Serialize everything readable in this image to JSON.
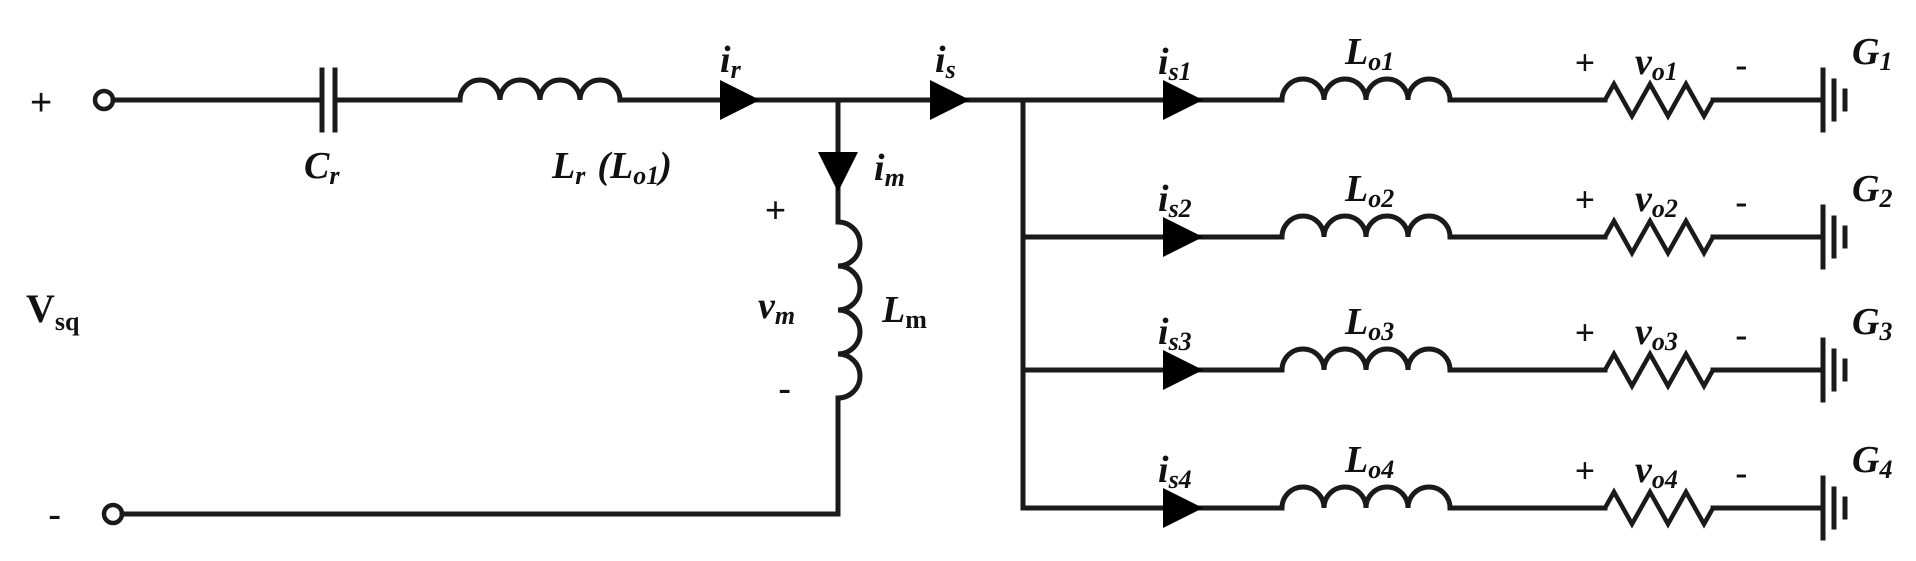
{
  "source": {
    "label": "V",
    "sub": "sq",
    "plus": "+",
    "minus": "-"
  },
  "cr": {
    "label": "C",
    "sub": "r"
  },
  "lr": {
    "label": "L",
    "sub": "r",
    "paren": "(L",
    "paren_sub": "o1",
    "paren_close": ")"
  },
  "ir": {
    "label": "i",
    "sub": "r"
  },
  "is": {
    "label": "i",
    "sub": "s"
  },
  "im": {
    "label": "i",
    "sub": "m"
  },
  "vm": {
    "label": "v",
    "sub": "m",
    "plus": "+",
    "minus": "-"
  },
  "lm": {
    "label": "L",
    "sub": "m"
  },
  "branches": [
    {
      "i": "i",
      "i_sub": "s1",
      "l": "L",
      "l_sub": "o1",
      "v": "v",
      "v_sub": "o1",
      "plus": "+",
      "minus": "-",
      "g": "G",
      "g_sub": "1"
    },
    {
      "i": "i",
      "i_sub": "s2",
      "l": "L",
      "l_sub": "o2",
      "v": "v",
      "v_sub": "o2",
      "plus": "+",
      "minus": "-",
      "g": "G",
      "g_sub": "2"
    },
    {
      "i": "i",
      "i_sub": "s3",
      "l": "L",
      "l_sub": "o3",
      "v": "v",
      "v_sub": "o3",
      "plus": "+",
      "minus": "-",
      "g": "G",
      "g_sub": "3"
    },
    {
      "i": "i",
      "i_sub": "s4",
      "l": "L",
      "l_sub": "o4",
      "v": "v",
      "v_sub": "o4",
      "plus": "+",
      "minus": "-",
      "g": "G",
      "g_sub": "4"
    }
  ]
}
